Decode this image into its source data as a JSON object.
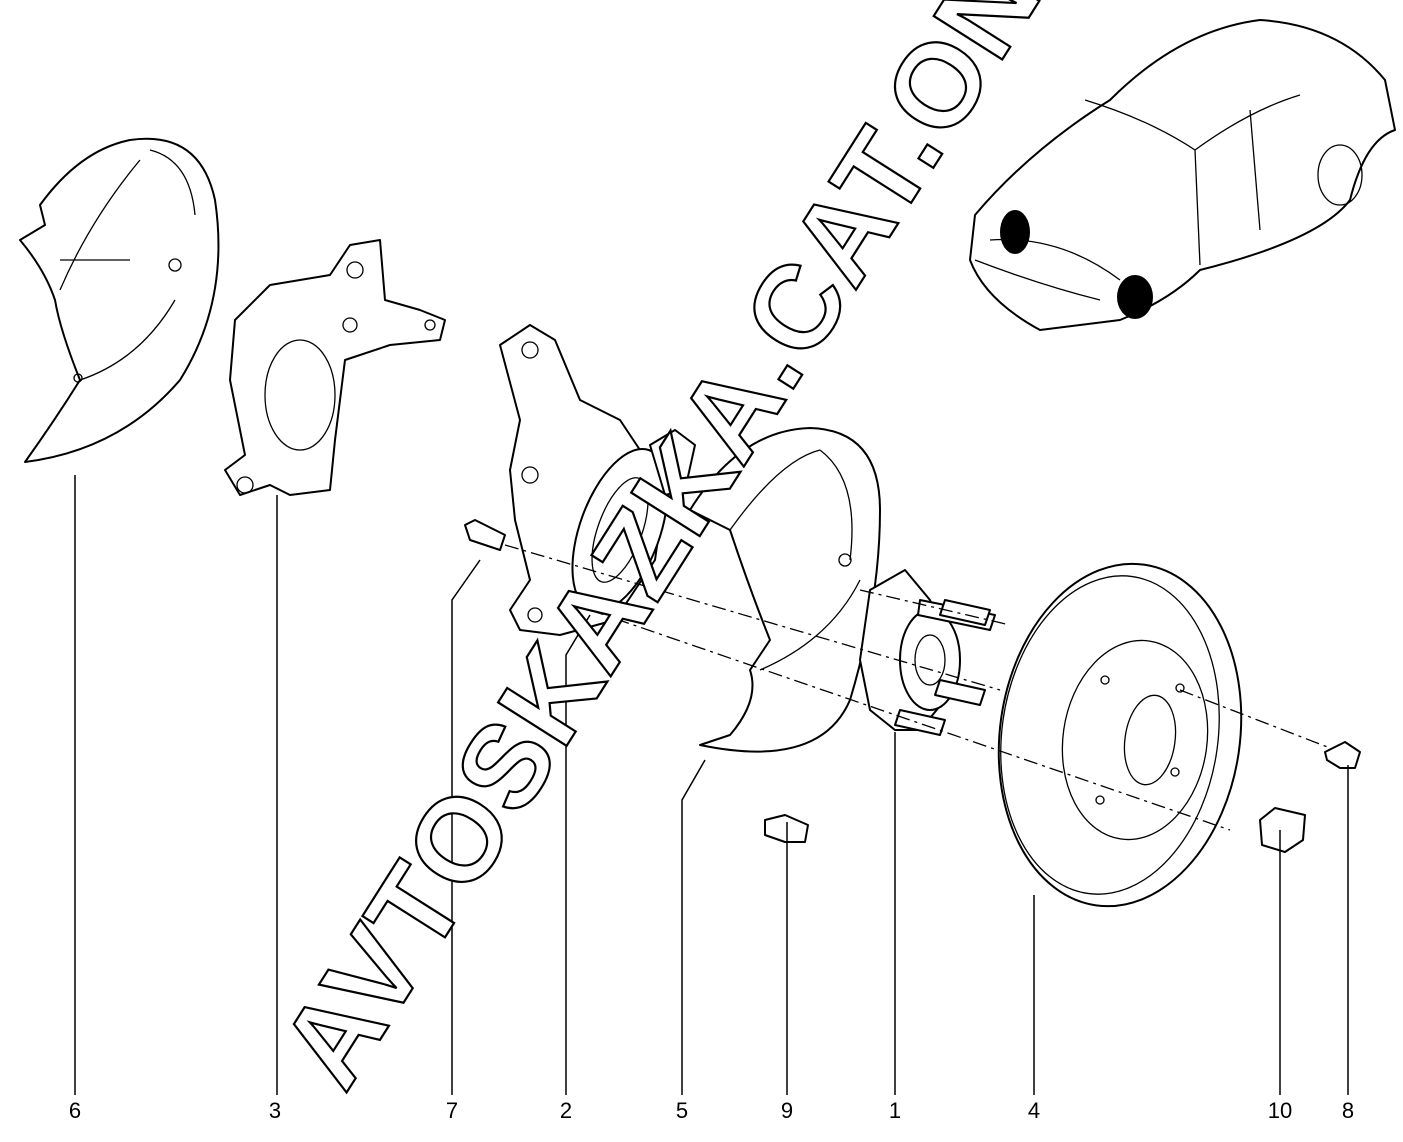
{
  "diagram": {
    "watermark": "AVTOSKAZKA.CAT.ONLINE",
    "callouts": [
      {
        "id": "6",
        "label": "6"
      },
      {
        "id": "3",
        "label": "3"
      },
      {
        "id": "7",
        "label": "7"
      },
      {
        "id": "2",
        "label": "2"
      },
      {
        "id": "5",
        "label": "5"
      },
      {
        "id": "9",
        "label": "9"
      },
      {
        "id": "1",
        "label": "1"
      },
      {
        "id": "4",
        "label": "4"
      },
      {
        "id": "10",
        "label": "10"
      },
      {
        "id": "8",
        "label": "8"
      }
    ]
  }
}
